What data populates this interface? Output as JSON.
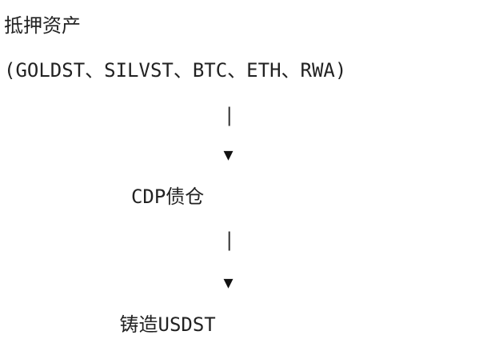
{
  "diagram": {
    "title": "抵押资产",
    "assets_line": "(GOLDST、SILVST、BTC、ETH、RWA)",
    "connector_1": {
      "pipe": "|",
      "head": "▼"
    },
    "middle_node": "CDP债仓",
    "connector_2": {
      "pipe": "|",
      "head": "▼"
    },
    "bottom_node": "铸造USDST"
  }
}
